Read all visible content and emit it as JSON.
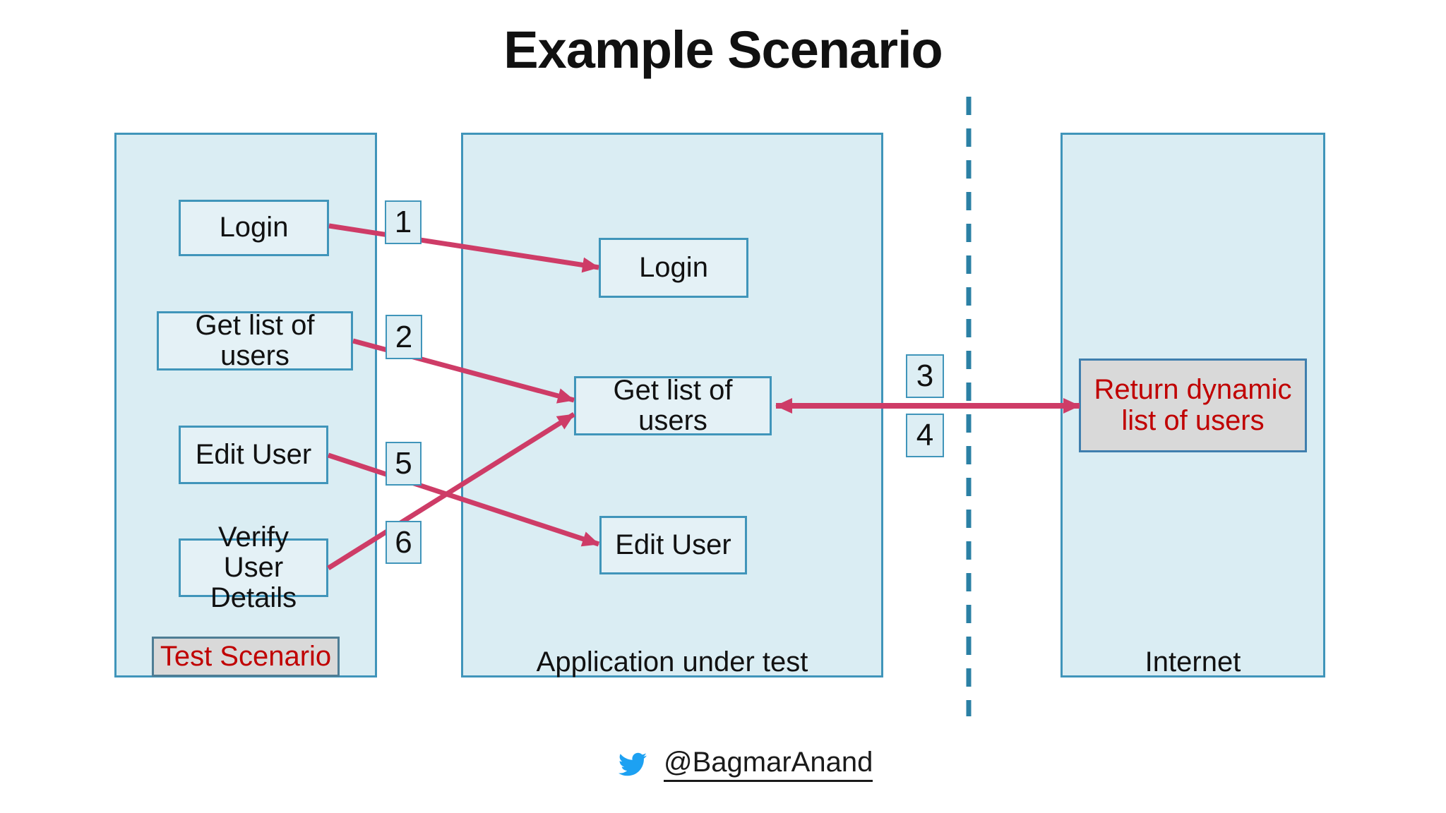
{
  "title": "Example Scenario",
  "panels": {
    "test_scenario": {
      "label": "Test Scenario",
      "boxes": {
        "login": "Login",
        "get_list": "Get list of users",
        "edit_user": "Edit User",
        "verify_user": "Verify User Details"
      }
    },
    "application": {
      "label": "Application under test",
      "boxes": {
        "login": "Login",
        "get_list": "Get list of users",
        "edit_user": "Edit User"
      }
    },
    "internet": {
      "label": "Internet",
      "boxes": {
        "return_dynamic": "Return dynamic list of users"
      }
    }
  },
  "step_numbers": {
    "s1": "1",
    "s2": "2",
    "s3": "3",
    "s4": "4",
    "s5": "5",
    "s6": "6"
  },
  "footer": {
    "twitter_handle": "@BagmarAnand"
  },
  "colors": {
    "panel_fill": "#daedf3",
    "box_fill": "#e4f1f6",
    "box_border": "#4095ba",
    "arrow_pink": "#ce3c67",
    "dashed_separator": "#2b80a4",
    "red_text": "#c00000",
    "gray_fill": "#d9d9d9",
    "twitter_blue": "#1da1f2"
  }
}
